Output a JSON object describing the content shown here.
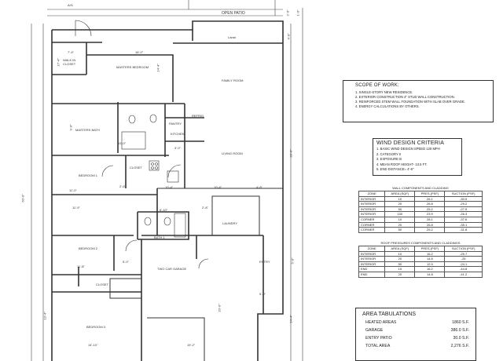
{
  "top_label": "A/G",
  "open_patio": "OPEN PATIO",
  "lanai": "Lanai",
  "rooms": {
    "walk_in_closet": "WALK IN\nCLOSET",
    "masters_bedroom": "MASTERS BEDROOM",
    "masters_bath": "MASTERS BATH",
    "family_room": "FAMILY ROOM",
    "kitchen": "KITCHEN",
    "pantry": "PANTRY",
    "living_room": "LIVING ROOM",
    "bedroom1": "BEDROOM 1",
    "closet1": "CLOSET",
    "bedroom2": "BEDROOM 2",
    "closet2": "CLOSET",
    "bath1": "BATH 1",
    "laundry": "LAUNDRY",
    "two_car_garage": "TWO CAR GARAGE",
    "bedroom3": "BEDROOM 3",
    "entry": "ENTRY",
    "refrig": "REFRIG"
  },
  "dimensions": [
    "7'-4\"",
    "16'-0\"",
    "17'-4\"",
    "14'-4\"",
    "9'-0\"",
    "10'-4\"",
    "11'-0\"",
    "11'-9\"",
    "5'-0\"",
    "6'-10\"",
    "10'-4\"",
    "4'-8\"",
    "60'-0\"",
    "20'-0\"",
    "5'-0\"",
    "14'-10\"",
    "19'-2\"",
    "13'-4\"",
    "2'-0\"",
    "1'-0\"",
    "4'-0\"",
    "33'-0\"",
    "14'-4\"",
    "2'-6\"",
    "3'-0\"",
    "11'-8\"",
    "13'-0\"",
    "2'-8\"",
    "5'-0\""
  ],
  "scope_of_work": {
    "title": "SCOPE OF WORK:",
    "items": [
      "1. SINGLE-STORY NEW RESIDENCE.",
      "2. EXTERIOR CONSTRUCTION 4\" STUD WALL CONSTRUCTION.",
      "3. REINFORCED STEM WALL FOUNDATION WITH SLAB OVER GRADE.",
      "4. ENERGY CALCULATIONS BY OTHERS."
    ]
  },
  "wind_design": {
    "title": "WIND DESIGN CRITERIA",
    "items": [
      "1. BASIC WIND DESIGN SPEED 125 MPH",
      "2. CATEGORY II",
      "3. EXPOSURE   B",
      "4. MEAN ROOF HEIGHT-  13.5 FT.",
      "5. END DISTANCE=   4'-6\""
    ]
  },
  "wall_table": {
    "caption": "WALL COMPONENTS AND CLADDING",
    "headers": [
      "ZONE",
      "AREA (SQF)",
      "PRES.(PSF)",
      "SUCTION (PSF)"
    ],
    "rows": [
      [
        "INTERIOR",
        "10",
        "26.1",
        "-30.5"
      ],
      [
        "INTERIOR",
        "20",
        "26.8",
        "-29.2"
      ],
      [
        "INTERIOR",
        "50",
        "25.2",
        "-27.5"
      ],
      [
        "INTERIOR",
        "100",
        "23.9",
        "-26.3"
      ],
      [
        "CORNER",
        "10",
        "28.1",
        "-37.6"
      ],
      [
        "CORNER",
        "20",
        "26.8",
        "-35.1"
      ],
      [
        "CORNER",
        "50",
        "25.2",
        "-31.8"
      ]
    ]
  },
  "roof_table": {
    "caption": "ROOF PRESSURES COMPONENTS AND CLADDINGS",
    "headers": [
      "ZONE",
      "AREA (SQF)",
      "PRES.(PSF)",
      "SUCTION (PSF)"
    ],
    "rows": [
      [
        "INTERIOR",
        "10",
        "16.2",
        "-25.7"
      ],
      [
        "INTERIOR",
        "20",
        "14.8",
        "-25"
      ],
      [
        "INTERIOR",
        "50",
        "12.9",
        "-24.1"
      ],
      [
        "END",
        "10",
        "16.2",
        "-44.8"
      ],
      [
        "END",
        "20",
        "14.8",
        "-41.2"
      ]
    ]
  },
  "area_tabulations": {
    "title": "AREA TABULATIONS",
    "rows": [
      {
        "label": "HEATED AREAS",
        "value": "1860 S.F."
      },
      {
        "label": "GARAGE",
        "value": "386.0 S.F."
      },
      {
        "label": "ENTRY PATIO",
        "value": "30.0 S.F."
      },
      {
        "label": "TOTAL AREA",
        "value": "2,276 S.F."
      }
    ]
  },
  "colors": {
    "ink": "#333333",
    "paper": "#ffffff"
  }
}
